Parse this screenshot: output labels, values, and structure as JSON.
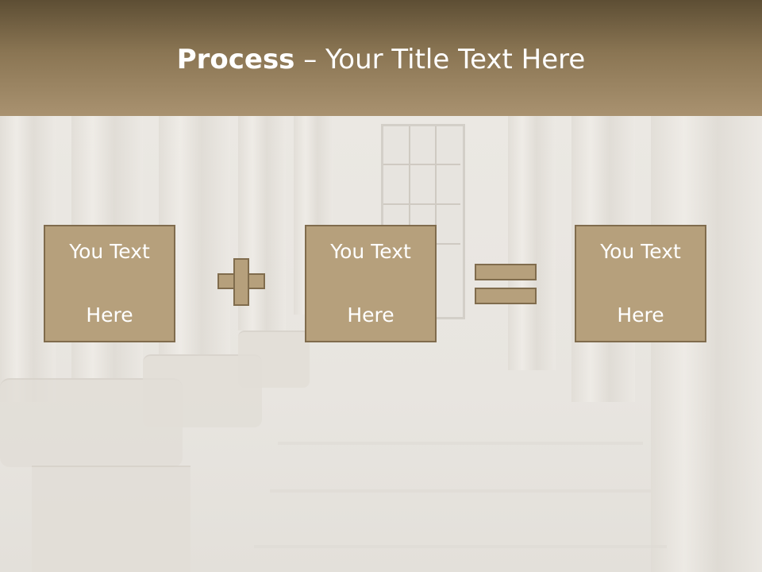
{
  "slide": {
    "title_bold": "Process",
    "title_rest": " – Your Title Text Here"
  },
  "boxes": [
    {
      "text_line1": "You Text",
      "text_line2": "Here"
    },
    {
      "text_line1": "You Text",
      "text_line2": "Here"
    },
    {
      "text_line1": "You Text",
      "text_line2": "Here"
    }
  ],
  "operators": [
    "plus-icon",
    "equals-icon"
  ],
  "colors": {
    "header_top": "#5d4e34",
    "header_bottom": "#a99270",
    "box_fill": "#b6a07c",
    "box_border": "#806c4d",
    "text": "#ffffff"
  }
}
